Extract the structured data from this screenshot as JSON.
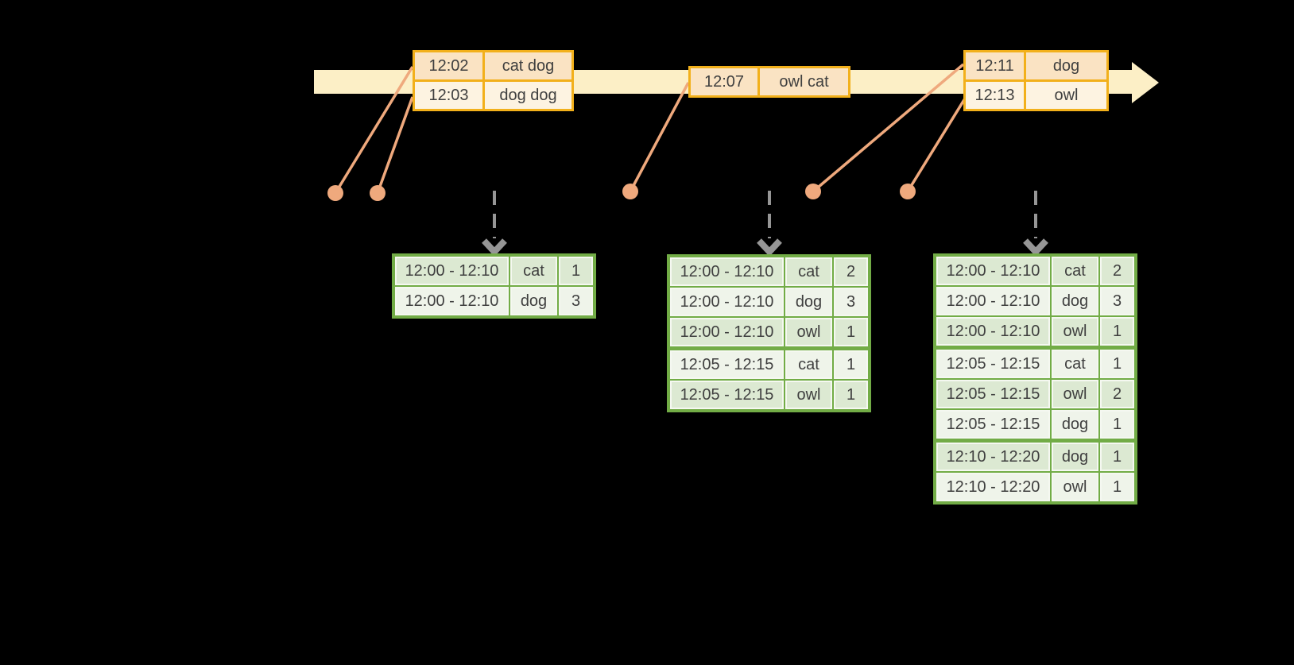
{
  "colors": {
    "background": "#000000",
    "timeline": "#FCEFC6",
    "event-border": "#F2B01B",
    "event-fill-a": "#FAE3C3",
    "event-fill-b": "#FDF3E1",
    "connector": "#EFA97D",
    "trigger-arrow": "#969696",
    "table-border": "#72AC46",
    "table-fill-a": "#DCE9D2",
    "table-fill-b": "#EFF4EA",
    "cell-fringe": "#F5F8F1",
    "text": "#3F3F3F"
  },
  "timeline": {
    "events": [
      {
        "rows": [
          {
            "time": "12:02",
            "words": "cat dog"
          },
          {
            "time": "12:03",
            "words": "dog dog"
          }
        ]
      },
      {
        "rows": [
          {
            "time": "12:07",
            "words": "owl cat"
          }
        ]
      },
      {
        "rows": [
          {
            "time": "12:11",
            "words": "dog"
          },
          {
            "time": "12:13",
            "words": "owl"
          }
        ]
      }
    ]
  },
  "result_tables": [
    {
      "rows": [
        {
          "window": "12:00 - 12:10",
          "word": "cat",
          "count": "1"
        },
        {
          "window": "12:00 - 12:10",
          "word": "dog",
          "count": "3"
        }
      ]
    },
    {
      "rows": [
        {
          "window": "12:00 - 12:10",
          "word": "cat",
          "count": "2"
        },
        {
          "window": "12:00 - 12:10",
          "word": "dog",
          "count": "3"
        },
        {
          "window": "12:00 - 12:10",
          "word": "owl",
          "count": "1"
        },
        {
          "window": "12:05 - 12:15",
          "word": "cat",
          "count": "1"
        },
        {
          "window": "12:05 - 12:15",
          "word": "owl",
          "count": "1"
        }
      ]
    },
    {
      "rows": [
        {
          "window": "12:00 - 12:10",
          "word": "cat",
          "count": "2"
        },
        {
          "window": "12:00 - 12:10",
          "word": "dog",
          "count": "3"
        },
        {
          "window": "12:00 - 12:10",
          "word": "owl",
          "count": "1"
        },
        {
          "window": "12:05 - 12:15",
          "word": "cat",
          "count": "1"
        },
        {
          "window": "12:05 - 12:15",
          "word": "owl",
          "count": "2"
        },
        {
          "window": "12:05 - 12:15",
          "word": "dog",
          "count": "1"
        },
        {
          "window": "12:10 - 12:20",
          "word": "dog",
          "count": "1"
        },
        {
          "window": "12:10 - 12:20",
          "word": "owl",
          "count": "1"
        }
      ]
    }
  ]
}
